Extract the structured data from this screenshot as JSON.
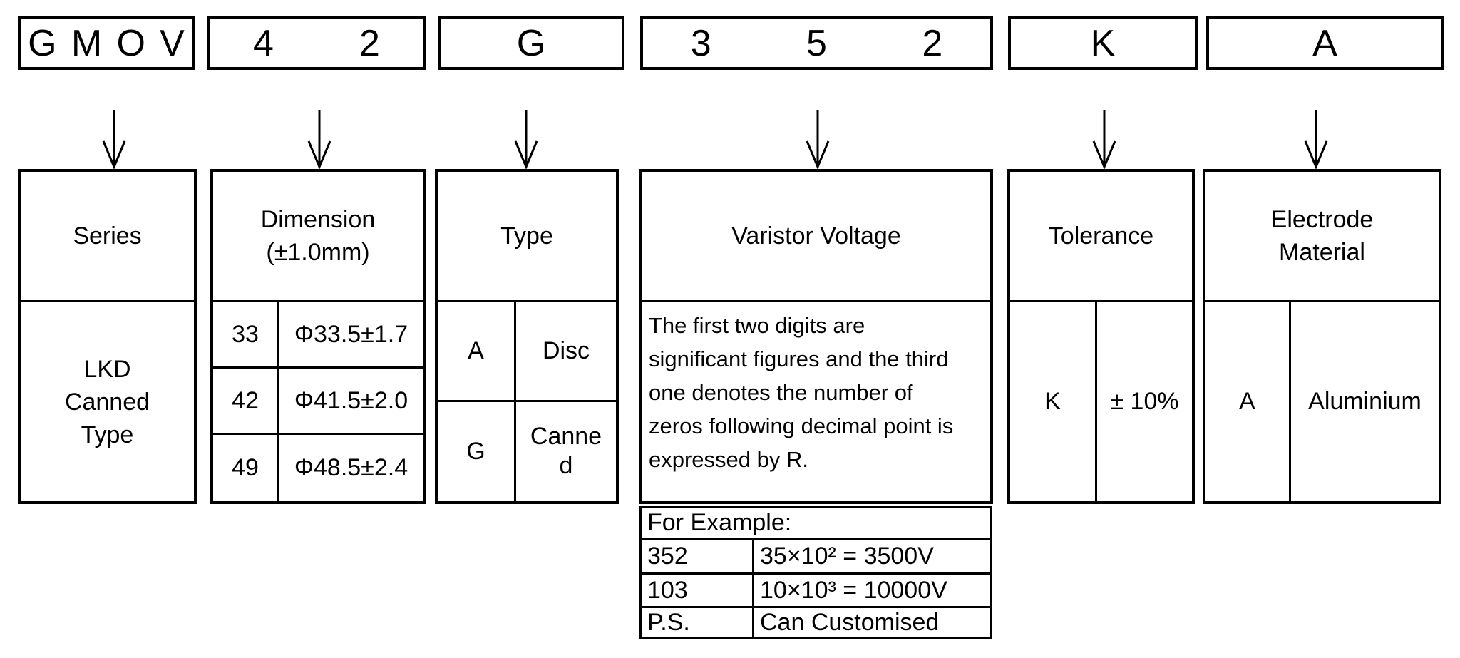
{
  "part_code": {
    "segments": [
      "GMOV",
      "42",
      "G",
      "352",
      "K",
      "A"
    ]
  },
  "columns": {
    "series": {
      "title": "Series",
      "value": "LKD\nCanned\nType"
    },
    "dimension": {
      "title": "Dimension\n(±1.0mm)",
      "rows": [
        {
          "code": "33",
          "value": "Φ33.5±1.7"
        },
        {
          "code": "42",
          "value": "Φ41.5±2.0"
        },
        {
          "code": "49",
          "value": "Φ48.5±2.4"
        }
      ]
    },
    "type": {
      "title": "Type",
      "rows": [
        {
          "code": "A",
          "value": "Disc"
        },
        {
          "code": "G",
          "value": "Canned"
        }
      ]
    },
    "voltage": {
      "title": "Varistor Voltage",
      "description": "The first two digits are\nsignificant figures and the third\none denotes the number of\nzeros following decimal point is\nexpressed by R.",
      "examples_header": "For Example:",
      "examples": [
        {
          "code": "352",
          "value": "35×10² = 3500V"
        },
        {
          "code": "103",
          "value": "10×10³ = 10000V"
        },
        {
          "code": "P.S.",
          "value": "Can Customised"
        }
      ]
    },
    "tolerance": {
      "title": "Tolerance",
      "rows": [
        {
          "code": "K",
          "value": "± 10%"
        }
      ]
    },
    "electrode": {
      "title": "Electrode\nMaterial",
      "rows": [
        {
          "code": "A",
          "value": "Aluminium"
        }
      ]
    }
  },
  "colors": {
    "ink": "#000000",
    "background": "#ffffff"
  }
}
